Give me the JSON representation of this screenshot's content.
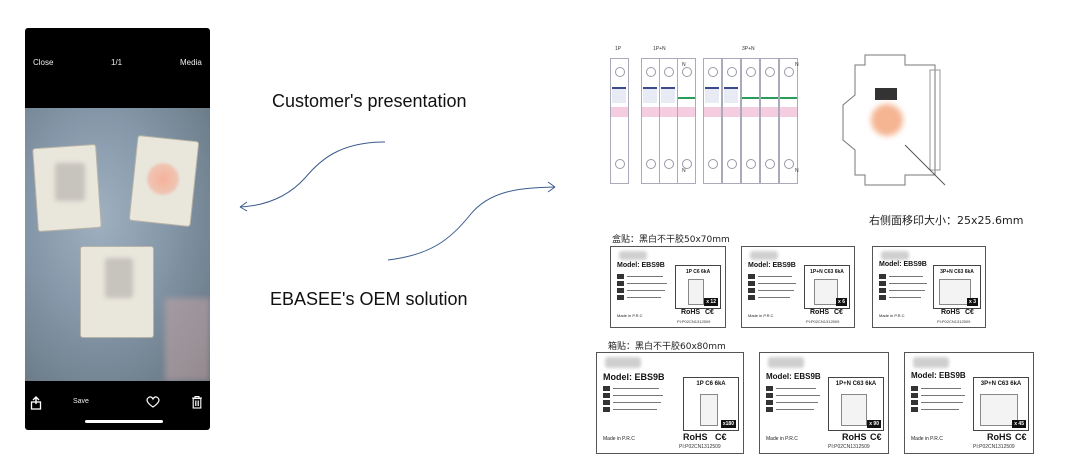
{
  "phone": {
    "close_label": "Close",
    "counter": "1/1",
    "media_label": "Media",
    "save_label": "Save"
  },
  "captions": {
    "customer": "Customer's presentation",
    "solution": "EBASEE's OEM solution"
  },
  "diagram": {
    "pole_labels": [
      "1P",
      "1P+N",
      "3P+N"
    ],
    "module_letter": "N",
    "side_print_note": "右侧面移印大小：25x25.6mm"
  },
  "box_label_heading": "盒贴：黑白不干胶50x70mm",
  "carton_label_heading": "箱贴：黑白不干胶60x80mm",
  "label_common": {
    "model": "Model:  EBS9B",
    "made_in": "Made in P.R.C",
    "rohs": "RoHS",
    "ce": "C€",
    "pi": "PI:P02CN1312509"
  },
  "box_labels": [
    {
      "rating": "1P C6 6kA",
      "count": "x 12"
    },
    {
      "rating": "1P+N C63 6kA",
      "count": "x 6"
    },
    {
      "rating": "3P+N C63 6kA",
      "count": "x 3"
    }
  ],
  "carton_labels": [
    {
      "rating": "1P C6 6kA",
      "count": "x180"
    },
    {
      "rating": "1P+N C63 6kA",
      "count": "x 90"
    },
    {
      "rating": "3P+N C63 6kA",
      "count": "x 45"
    }
  ],
  "colors": {
    "arrow": "#3a5c8c",
    "phone_bg": "#000000",
    "pink_label": "#f4cde0"
  },
  "icons": [
    "share-icon",
    "heart-icon",
    "trash-icon"
  ]
}
